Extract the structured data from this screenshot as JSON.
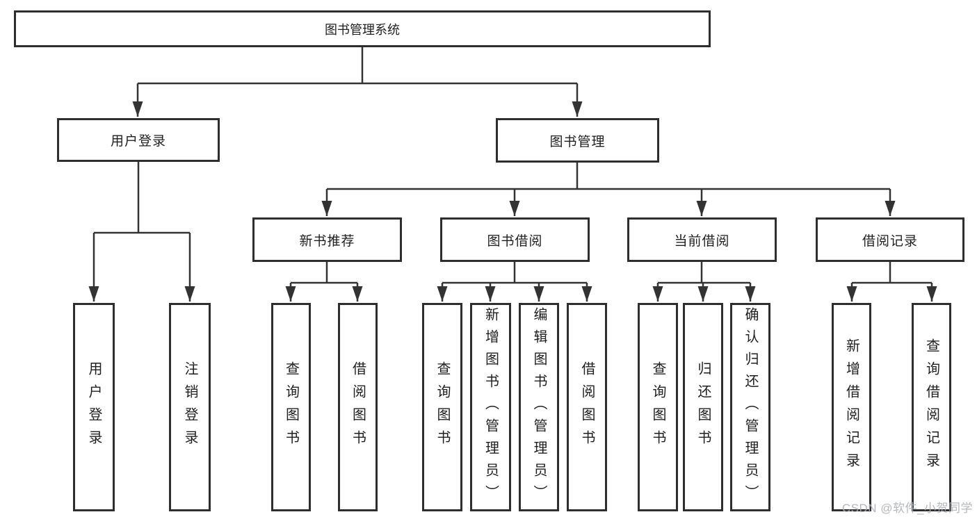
{
  "diagram": {
    "root": {
      "label": "图书管理系统"
    },
    "branches": [
      {
        "label": "用户登录"
      },
      {
        "label": "图书管理"
      }
    ],
    "user_login_children": [
      {
        "label": "用户登录"
      },
      {
        "label": "注销登录"
      }
    ],
    "modules": [
      {
        "label": "新书推荐",
        "children": [
          {
            "label": "查询图书"
          },
          {
            "label": "借阅图书"
          }
        ]
      },
      {
        "label": "图书借阅",
        "children": [
          {
            "label": "查询图书"
          },
          {
            "label": "新增图书（管理员）"
          },
          {
            "label": "编辑图书（管理员）"
          },
          {
            "label": "借阅图书"
          }
        ]
      },
      {
        "label": "当前借阅",
        "children": [
          {
            "label": "查询图书"
          },
          {
            "label": "归还图书"
          },
          {
            "label": "确认归还（管理员）"
          }
        ]
      },
      {
        "label": "借阅记录",
        "children": [
          {
            "label": "新增借阅记录"
          },
          {
            "label": "查询借阅记录"
          }
        ]
      }
    ]
  },
  "watermark": {
    "text": "CSDN @软件_小贺同学"
  },
  "colors": {
    "line": "#333333",
    "box_border": "#2e2e2e",
    "text": "#1f1f1f",
    "watermark": "#aab0b8",
    "background": "#ffffff"
  }
}
